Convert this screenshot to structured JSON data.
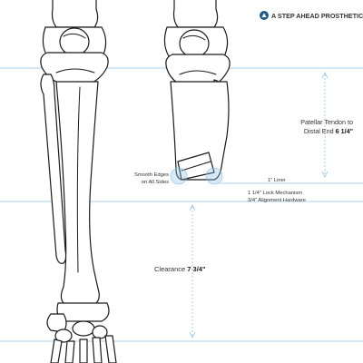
{
  "brand": {
    "name": "A STEP AHEAD PROSTHETICS",
    "accent": "#1f5a8c",
    "line_color": "#8fc3e6"
  },
  "annotations": {
    "tendon_line1": "Patellar Tendon to",
    "tendon_line2": "Distal End",
    "tendon_value": "6 1/4\"",
    "smooth_line1": "Smooth Edges",
    "smooth_line2": "on All Sides",
    "liner": "1\" Liner",
    "lock": "1 1/4\" Lock Mechanism",
    "alignment": "3/4\" Alignment Hardware",
    "clearance_label": "Clearance",
    "clearance_value": "7 3/4\""
  }
}
